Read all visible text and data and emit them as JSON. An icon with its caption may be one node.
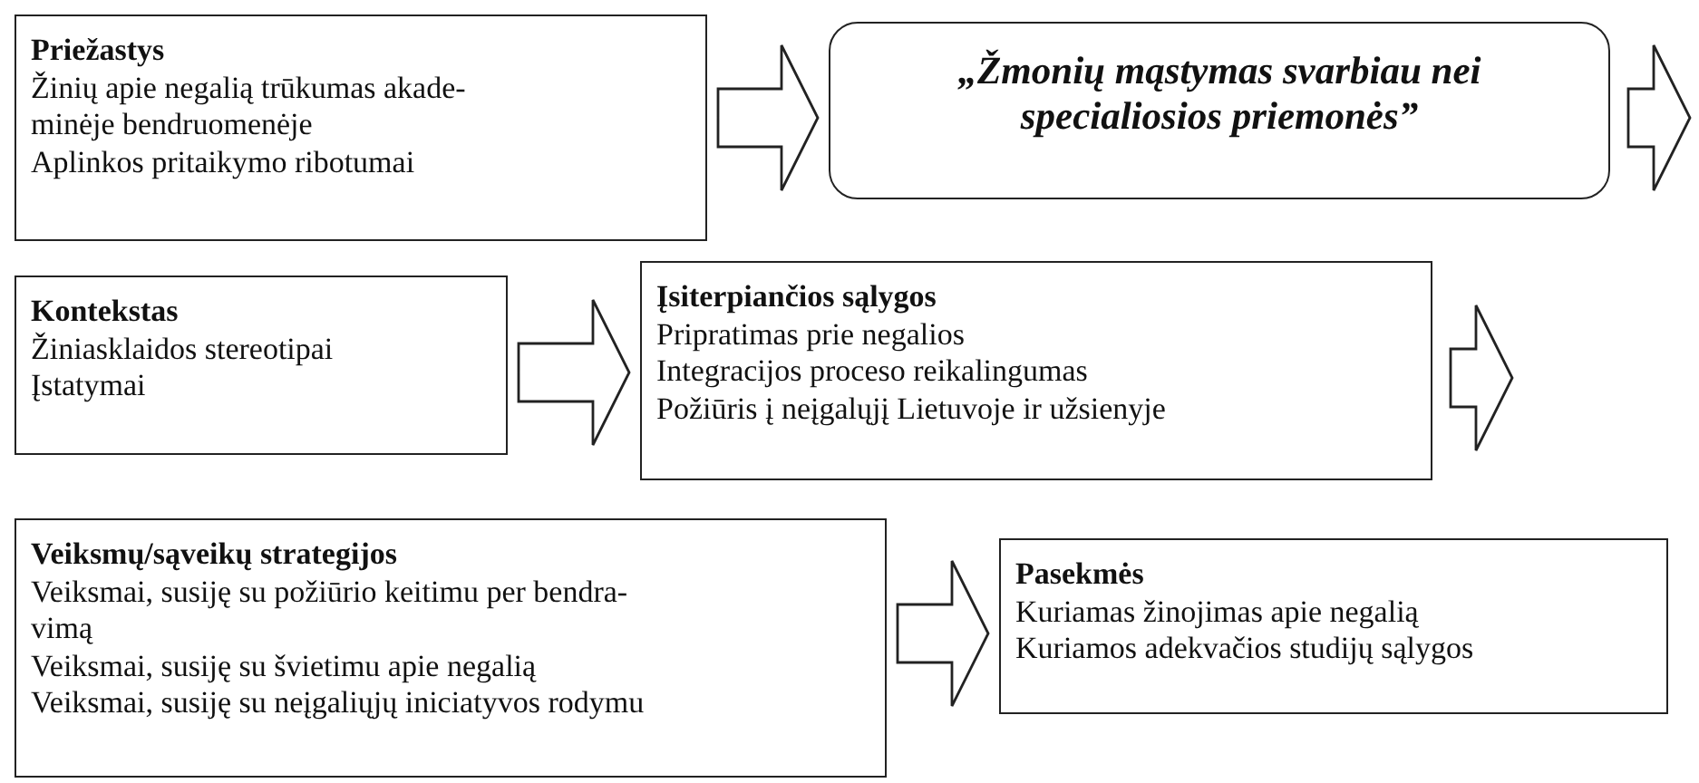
{
  "diagram": {
    "nodes": [
      {
        "text": [
          "Priežastys",
          "Žinių apie negalią trūkumas akade- minėje bendruomenėje",
          "Aplinkos pritaikymo ribotumai"
        ]
      },
      {
        "text": [
          "„Žmonių mąstymas svarbiau nei specialiosios priemonės”"
        ]
      },
      {
        "text": [
          "Kontekstas",
          "Žiniasklaidos stereotipai",
          "Įstatymai"
        ]
      },
      {
        "text": [
          "Įsiterpiančios sąlygos",
          "Pripratimas prie negalios",
          "Integracijos proceso reikalingumas",
          "Požiūris į neįgalųjį Lietuvoje ir užsienyje"
        ]
      },
      {
        "text": [
          "Veiksmų/sąveikų strategijos",
          "Veiksmai, susiję su požiūrio keitimu per bendra- vimą",
          "Veiksmai, susiję su švietimu apie negalią",
          "Veiksmai, susiję su neįgaliųjų iniciatyvos rodymu"
        ]
      },
      {
        "text": [
          "Pasekmės",
          "Kuriamas žinojimas apie negalią",
          "Kuriamos adekvačios studijų sąlygos"
        ]
      }
    ],
    "edges": [
      {
        "from": 0,
        "to": 1,
        "arrow": "to"
      },
      {
        "from": 1,
        "to": null,
        "arrow": "to"
      },
      {
        "from": 2,
        "to": 3,
        "arrow": "to"
      },
      {
        "from": 3,
        "to": null,
        "arrow": "to"
      },
      {
        "from": 4,
        "to": 5,
        "arrow": "to"
      }
    ]
  }
}
